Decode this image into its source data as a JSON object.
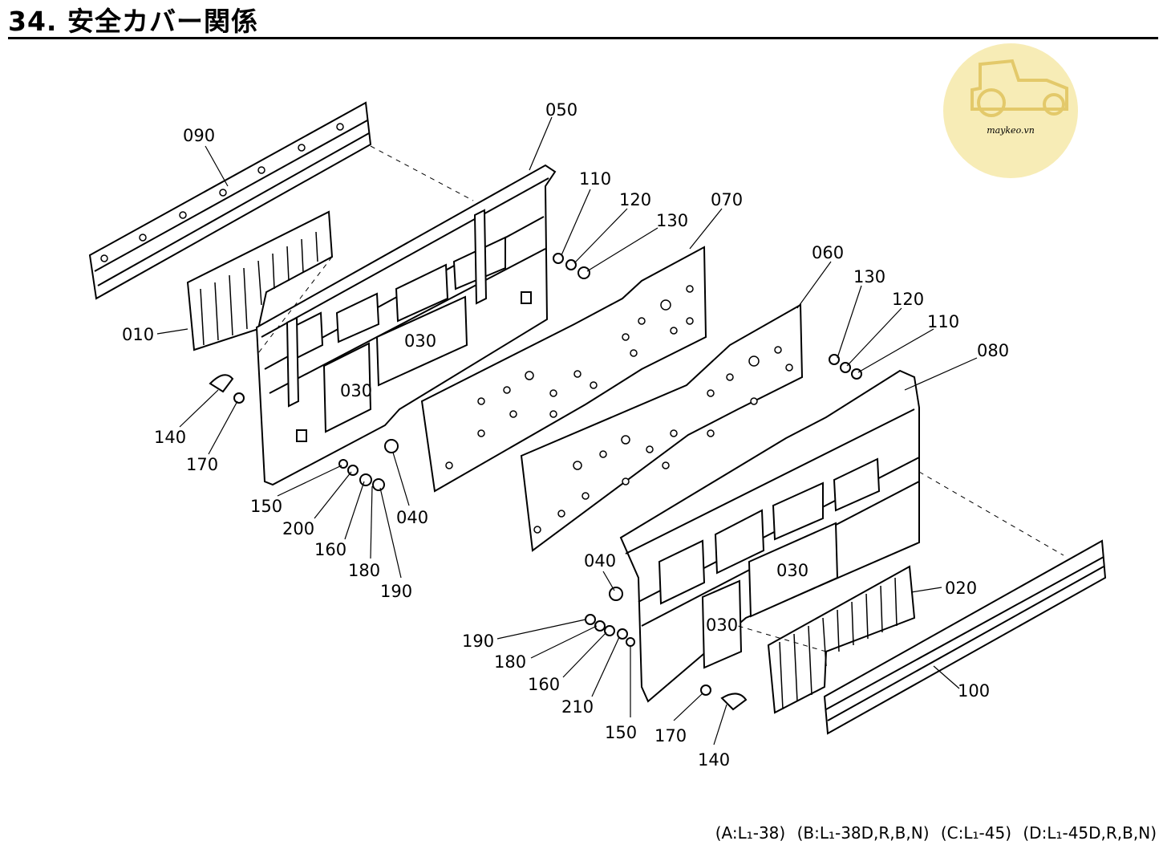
{
  "title": "34. 安全カバー関係",
  "watermark": {
    "text": "maykeo.vn",
    "icon": "tractor-icon",
    "color": "#f7ecb6",
    "ink": "#e3c96a"
  },
  "callouts": {
    "l090": "090",
    "l050": "050",
    "l110a": "110",
    "l120a": "120",
    "l130a": "130",
    "l070": "070",
    "l060": "060",
    "l130b": "130",
    "l120b": "120",
    "l110b": "110",
    "l080": "080",
    "l010": "010",
    "l030a": "030",
    "l030b": "030",
    "l140a": "140",
    "l170a": "170",
    "l150a": "150",
    "l200": "200",
    "l160a": "160",
    "l180a": "180",
    "l190a": "190",
    "l040a": "040",
    "l040b": "040",
    "l030c": "030",
    "l030d": "030",
    "l020": "020",
    "l190b": "190",
    "l180b": "180",
    "l160b": "160",
    "l210": "210",
    "l150b": "150",
    "l170b": "170",
    "l140b": "140",
    "l100": "100"
  },
  "footer": {
    "codes": [
      "(A:L₁-38)",
      "(B:L₁-38D,R,B,N)",
      "(C:L₁-45)",
      "(D:L₁-45D,R,B,N)"
    ]
  }
}
